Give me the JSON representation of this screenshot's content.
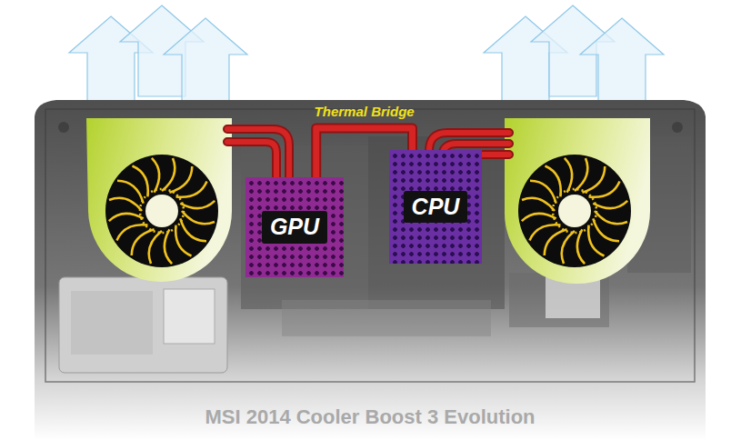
{
  "diagram": {
    "nodes": [
      {
        "text": [
          "GPU"
        ]
      },
      {
        "text": [
          "CPU"
        ]
      }
    ],
    "edges": [
      {
        "from": 0,
        "to": 1,
        "arrow": "none",
        "label": "Thermal Bridge"
      }
    ],
    "labels": [
      "MSI 2014 Cooler Boost 3 Evolution"
    ]
  }
}
